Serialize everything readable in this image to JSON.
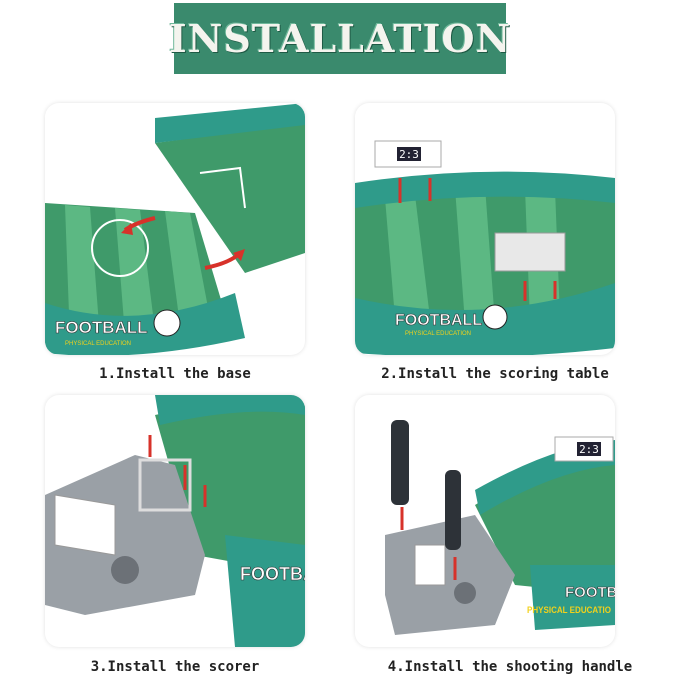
{
  "title": "INSTALLATION",
  "steps": [
    {
      "caption": "1.Install the base",
      "brand": "FOOTBALL",
      "sub": "PHYSICAL EDUCATION"
    },
    {
      "caption": "2.Install the scoring table",
      "brand": "FOOTBALL",
      "sub": "PHYSICAL EDUCATION",
      "score": "2:3"
    },
    {
      "caption": "3.Install the scorer",
      "brand": "FOOTBA"
    },
    {
      "caption": "4.Install the shooting handle",
      "brand": "FOOTBAL",
      "sub": "PHYSICAL EDUCATIO",
      "score": "2:3"
    }
  ],
  "colors": {
    "banner": "#3a8a6d",
    "rim": "#2f9b8a",
    "field": "#3f9a6a",
    "fieldLight": "#5cb883",
    "arrow": "#d7322a",
    "gray": "#9aa0a6"
  }
}
